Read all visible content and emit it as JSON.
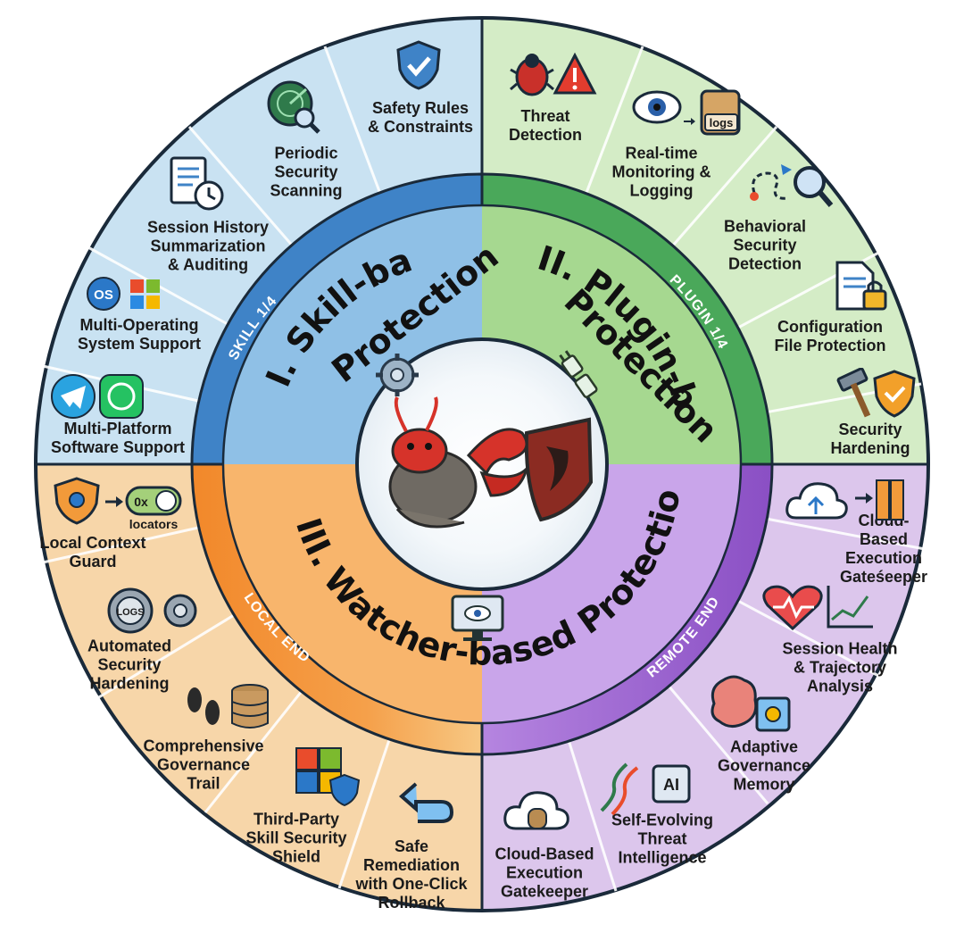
{
  "colors": {
    "skill": "#c9e2f2",
    "plugin": "#d4ecc6",
    "watcher": "#f7d6a9",
    "remote": "#dcc6ec",
    "skill_ring": "#3f83c7",
    "plugin_ring": "#4aa85a",
    "watcher_ring": "#f08a2b",
    "remote_ring": "#8a52c4"
  },
  "quadrants": {
    "skill": {
      "title_line1": "I. Skill-based",
      "title_line2": "Protection",
      "ring_tag": "SKILL 1/4",
      "items": [
        {
          "label": "Safety Rules\n& Constraints",
          "icon": "shield-check-icon"
        },
        {
          "label": "Periodic\nSecurity\nScanning",
          "icon": "radar-icon"
        },
        {
          "label": "Session History\nSummarization\n& Auditing",
          "icon": "document-clock-icon"
        },
        {
          "label": "Multi-Operating\nSystem Support",
          "icon": "os-windows-icon"
        },
        {
          "label": "Multi-Platform\nSoftware Support",
          "icon": "telegram-whatsapp-icon"
        }
      ]
    },
    "plugin": {
      "title_line1": "II. Plugin-based",
      "title_line2": "Protection",
      "ring_tag": "PLUGIN 1/4",
      "items": [
        {
          "label": "Threat\nDetection",
          "icon": "bug-warning-icon"
        },
        {
          "label": "Real-time\nMonitoring &\nLogging",
          "icon": "eye-logs-icon",
          "badge": "logs"
        },
        {
          "label": "Behavioral\nSecurity\nDetection",
          "icon": "path-magnifier-icon"
        },
        {
          "label": "Configuration\nFile Protection",
          "icon": "file-lock-icon"
        },
        {
          "label": "Security\nHardening",
          "icon": "hammer-shield-icon"
        }
      ]
    },
    "watcher": {
      "title": "III. Watcher-based Protection",
      "local_tag": "LOCAL END",
      "remote_tag": "REMOTE END",
      "local_items": [
        {
          "label": "Local Context\nGuard",
          "icon": "shield-toggle-icon",
          "badge": "0x",
          "sub": "locators"
        },
        {
          "label": "Automated\nSecurity\nHardening",
          "icon": "gears-icon",
          "badge": "LOGS"
        },
        {
          "label": "Comprehensive\nGovernance\nTrail",
          "icon": "footprints-database-icon"
        },
        {
          "label": "Third-Party\nSkill Security\nShield",
          "icon": "puzzle-shield-icon"
        },
        {
          "label": "Safe\nRemediation\nwith One-Click\nRollback",
          "icon": "undo-arrow-icon"
        }
      ],
      "remote_items": [
        {
          "label": "Cloud-Based\nExecution\nGatekeeper",
          "icon": "cloud-door-icon"
        },
        {
          "label": "Self-Evolving\nThreat\nIntelligence",
          "icon": "dna-ai-icon",
          "badge": "AI"
        },
        {
          "label": "Adaptive\nGovernance\nMemory",
          "icon": "brain-chip-icon"
        },
        {
          "label": "Session Health\n& Trajectory\nAnalysis",
          "icon": "heart-chart-icon"
        },
        {
          "label": "Cloud-Based\nExecution\nGateśeeper",
          "icon": "cloud-gate-icon"
        }
      ]
    }
  },
  "center": {
    "icon": "armored-lobster-shield-icon"
  }
}
